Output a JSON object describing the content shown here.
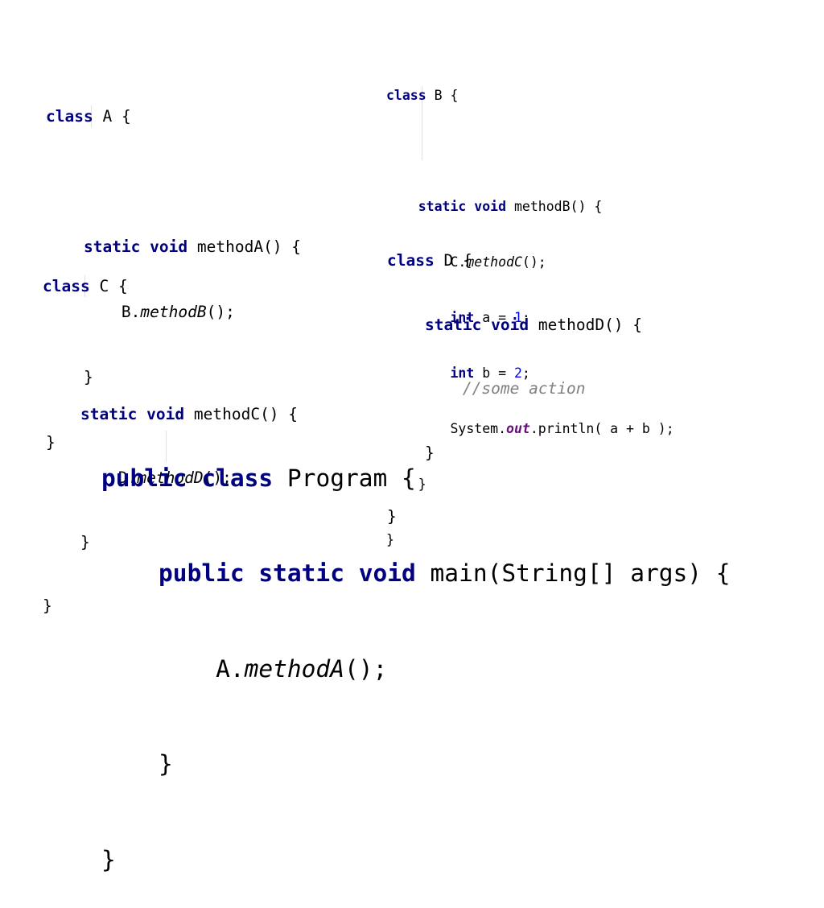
{
  "kw": {
    "class": "class",
    "static": "static",
    "void": "void",
    "int": "int",
    "public": "public"
  },
  "class_a": {
    "name": "A",
    "method_sig": "methodA() {",
    "call_target": "B.",
    "call_method": "methodB",
    "call_end": "();"
  },
  "class_b": {
    "name": "B",
    "method_sig": "methodB() {",
    "call_target": "C.",
    "call_method": "methodC",
    "call_end": "();",
    "var_a": "a",
    "val_a": "1",
    "var_b": "b",
    "val_b": "2",
    "print_obj": "System.",
    "print_field": "out",
    "print_call": ".println( a + b );"
  },
  "class_c": {
    "name": "C",
    "method_sig": "methodC() {",
    "call_target": "D.",
    "call_method": "methodD",
    "call_end": "();"
  },
  "class_d": {
    "name": "D",
    "method_sig": "methodD() {",
    "comment": "//some action"
  },
  "program": {
    "name": "Program",
    "main_sig": "main(String[] args) {",
    "call_target": "A.",
    "call_method": "methodA",
    "call_end": "();"
  },
  "colors": {
    "keyword": "#000080",
    "number": "#0000ff",
    "field": "#660e7a",
    "comment": "#808080",
    "text": "#000000"
  }
}
